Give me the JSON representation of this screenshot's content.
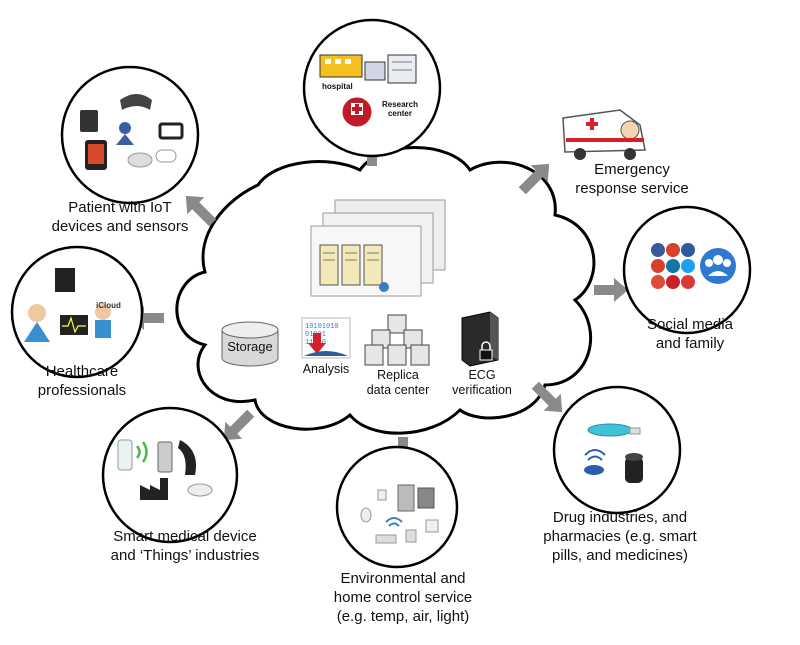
{
  "center": {
    "storage": "Storage",
    "analysis": "Analysis",
    "replica": [
      "Replica",
      "data center"
    ],
    "ecg": [
      "ECG",
      "verification"
    ]
  },
  "nodes": {
    "hospital": {
      "tag_hospital": "hospital",
      "tag_research": [
        "Research",
        "center"
      ]
    },
    "emergency": [
      "Emergency",
      "response service"
    ],
    "patient": [
      "Patient with IoT",
      "devices and sensors"
    ],
    "social": [
      "Social media",
      "and family"
    ],
    "healthcare": [
      "Healthcare",
      "professionals"
    ],
    "drug": [
      "Drug industries, and",
      "pharmacies (e.g. smart",
      "pills, and medicines)"
    ],
    "smart_device": [
      "Smart medical device",
      "and ‘Things’ industries"
    ],
    "environment": [
      "Environmental and",
      "home control service",
      "(e.g. temp, air, light)"
    ]
  },
  "colors": {
    "arrow": "#8a8a8a",
    "outline": "#000000",
    "accent_red": "#d71f27",
    "accent_blue": "#3a7cc2"
  }
}
